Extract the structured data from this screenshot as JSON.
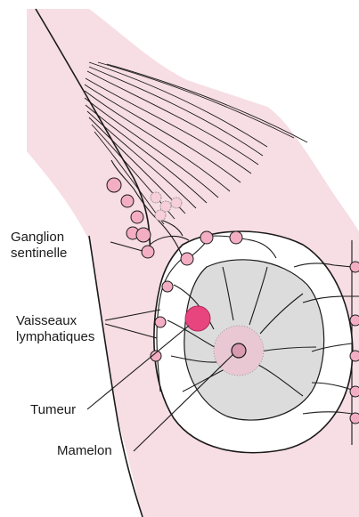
{
  "labels": {
    "ganglion_line1": "Ganglion",
    "ganglion_line2": "sentinelle",
    "vaisseaux_line1": "Vaisseaux",
    "vaisseaux_line2": "lymphatiques",
    "tumeur": "Tumeur",
    "mamelon": "Mamelon"
  },
  "colors": {
    "skin": "#f7dde4",
    "node": "#f3aec4",
    "tumor": "#e8457f",
    "outline": "#1a1a1a",
    "gland": "#dcdcdc"
  }
}
